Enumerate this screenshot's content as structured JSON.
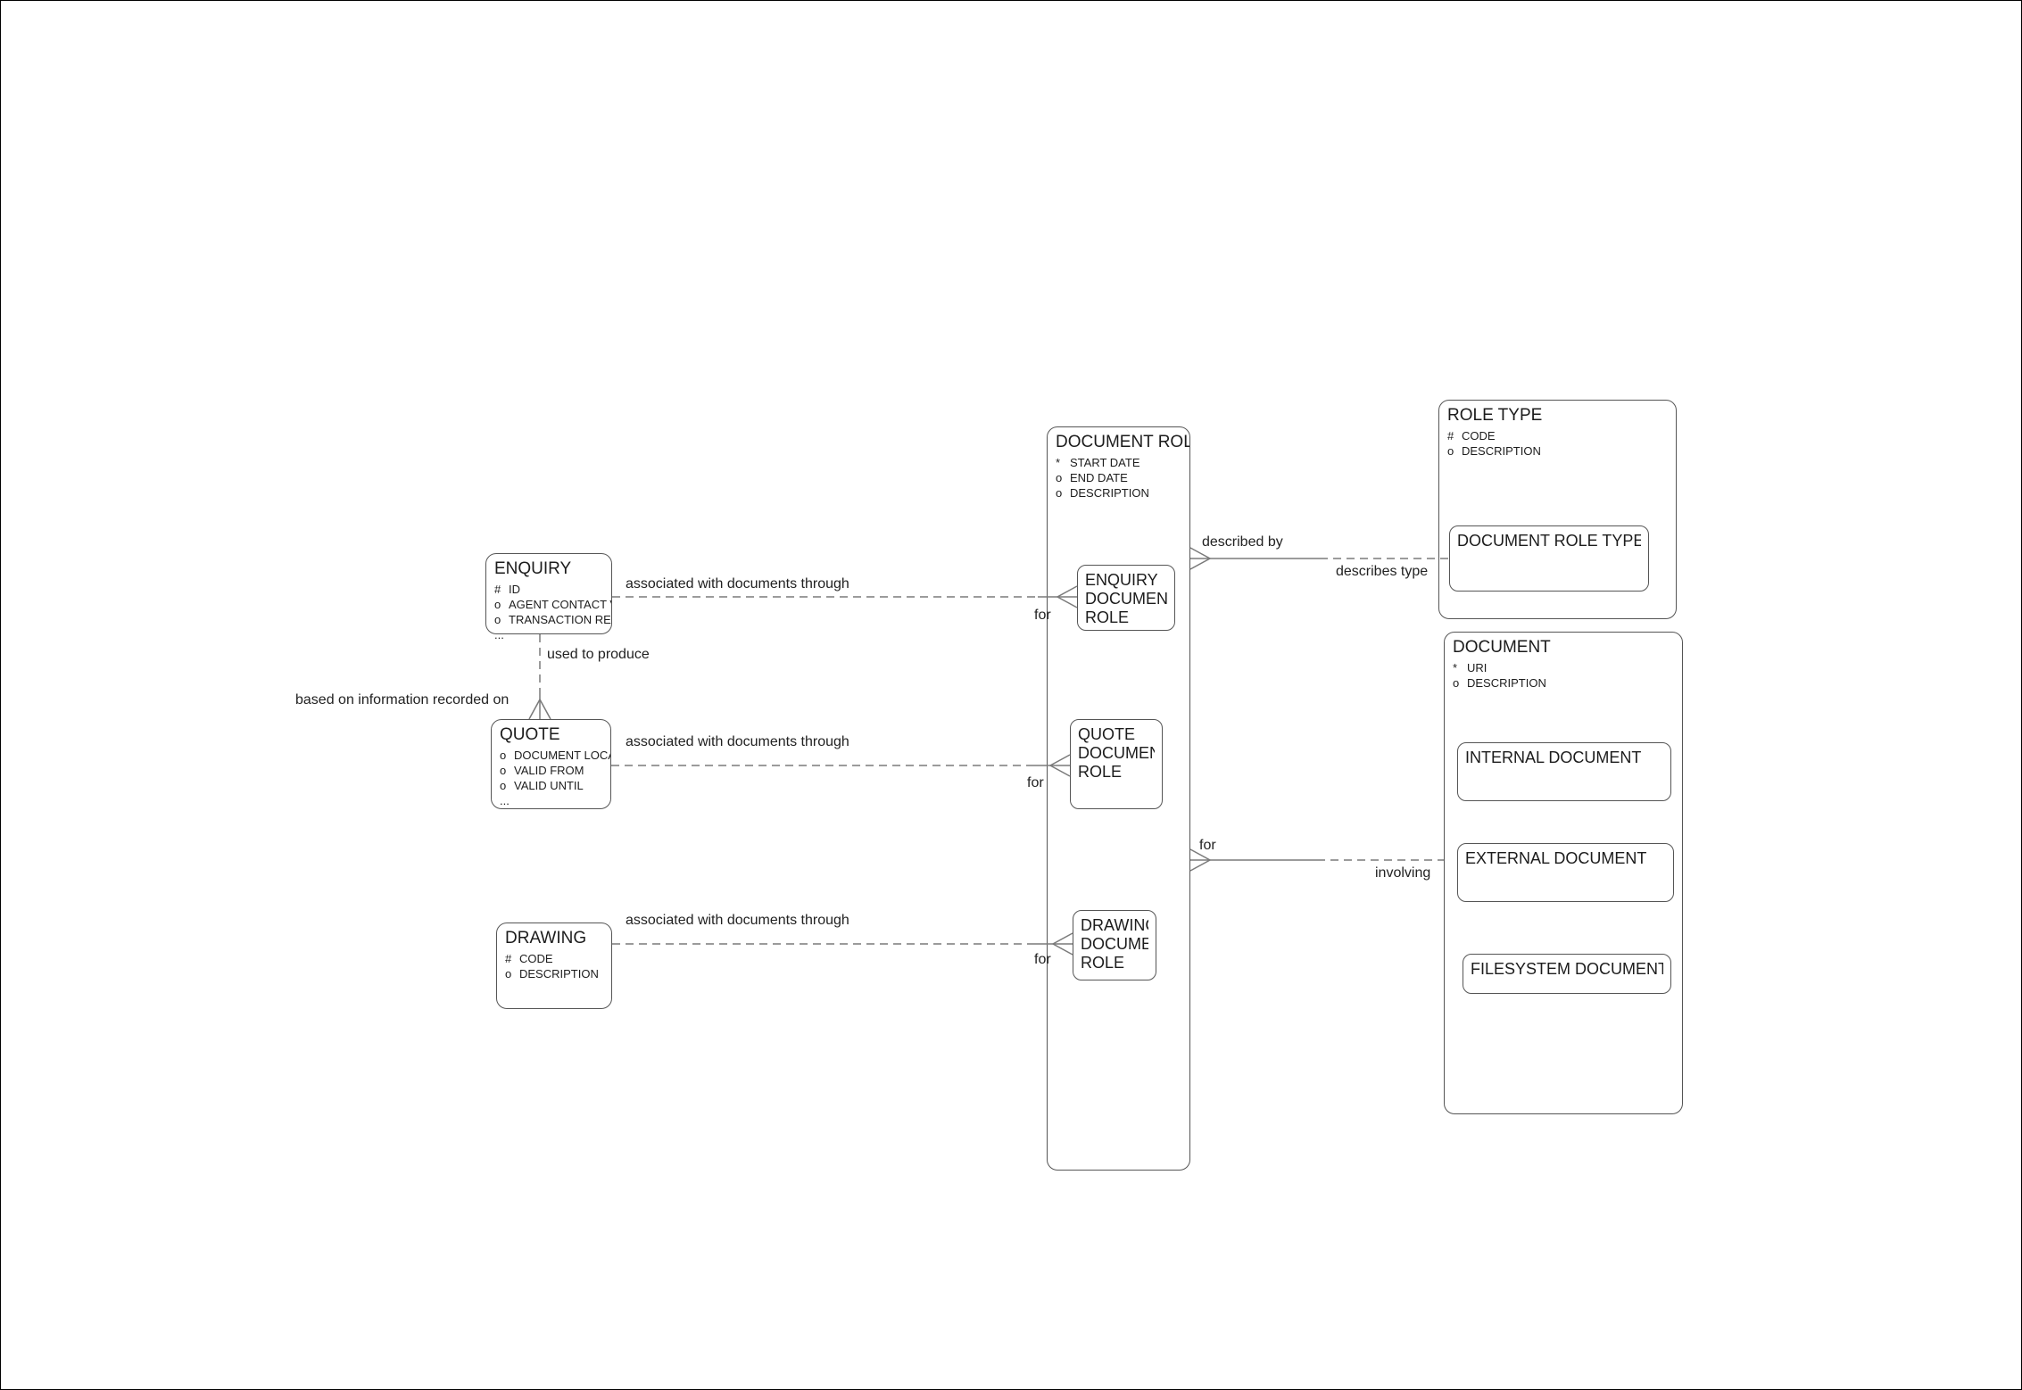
{
  "colors": {
    "background": "#ffffff",
    "box_border": "#555555",
    "relationship_line": "#7a7a7a",
    "text": "#1c1c1c"
  },
  "entities": {
    "enquiry": {
      "title": "ENQUIRY",
      "attrs": [
        {
          "m": "#",
          "n": "ID"
        },
        {
          "m": "o",
          "n": "AGENT CONTACT VAL"
        },
        {
          "m": "o",
          "n": "TRANSACTION REFE"
        },
        {
          "m": "...",
          "n": ""
        }
      ]
    },
    "quote": {
      "title": "QUOTE",
      "attrs": [
        {
          "m": "o",
          "n": "DOCUMENT LOCAT"
        },
        {
          "m": "o",
          "n": "VALID FROM"
        },
        {
          "m": "o",
          "n": "VALID UNTIL"
        },
        {
          "m": "...",
          "n": ""
        }
      ]
    },
    "drawing": {
      "title": "DRAWING",
      "attrs": [
        {
          "m": "#",
          "n": "CODE"
        },
        {
          "m": "o",
          "n": "DESCRIPTION"
        }
      ]
    },
    "document_role": {
      "title": "DOCUMENT ROLE",
      "attrs": [
        {
          "m": "*",
          "n": "START DATE"
        },
        {
          "m": "o",
          "n": "END DATE"
        },
        {
          "m": "o",
          "n": "DESCRIPTION"
        }
      ]
    },
    "role_type": {
      "title": "ROLE TYPE",
      "attrs": [
        {
          "m": "#",
          "n": "CODE"
        },
        {
          "m": "o",
          "n": "DESCRIPTION"
        }
      ]
    },
    "document": {
      "title": "DOCUMENT",
      "attrs": [
        {
          "m": "*",
          "n": "URI"
        },
        {
          "m": "o",
          "n": "DESCRIPTION"
        }
      ]
    }
  },
  "subtypes": {
    "enquiry_document_role": {
      "l0": "ENQUIRY",
      "l1": "DOCUMENT",
      "l2": "ROLE"
    },
    "quote_document_role": {
      "l0": "QUOTE",
      "l1": "DOCUMENT",
      "l2": "ROLE"
    },
    "drawing_document_role": {
      "l0": "DRAWING",
      "l1": "DOCUMENT",
      "l2": "ROLE"
    },
    "document_role_type": {
      "l0": "DOCUMENT ROLE TYPE"
    },
    "internal_document": {
      "l0": "INTERNAL DOCUMENT"
    },
    "external_document": {
      "l0": "EXTERNAL DOCUMENT"
    },
    "filesystem_document": {
      "l0": "FILESYSTEM DOCUMENT"
    }
  },
  "labels": {
    "assoc1": "associated with documents through",
    "for1": "for",
    "assoc2": "associated with documents through",
    "for2": "for",
    "assoc3": "associated with documents through",
    "for3": "for",
    "used_to_produce": "used to produce",
    "based_on": "based on information recorded on",
    "described_by": "described by",
    "describes_type": "describes type",
    "for_doc": "for",
    "involving": "involving"
  }
}
